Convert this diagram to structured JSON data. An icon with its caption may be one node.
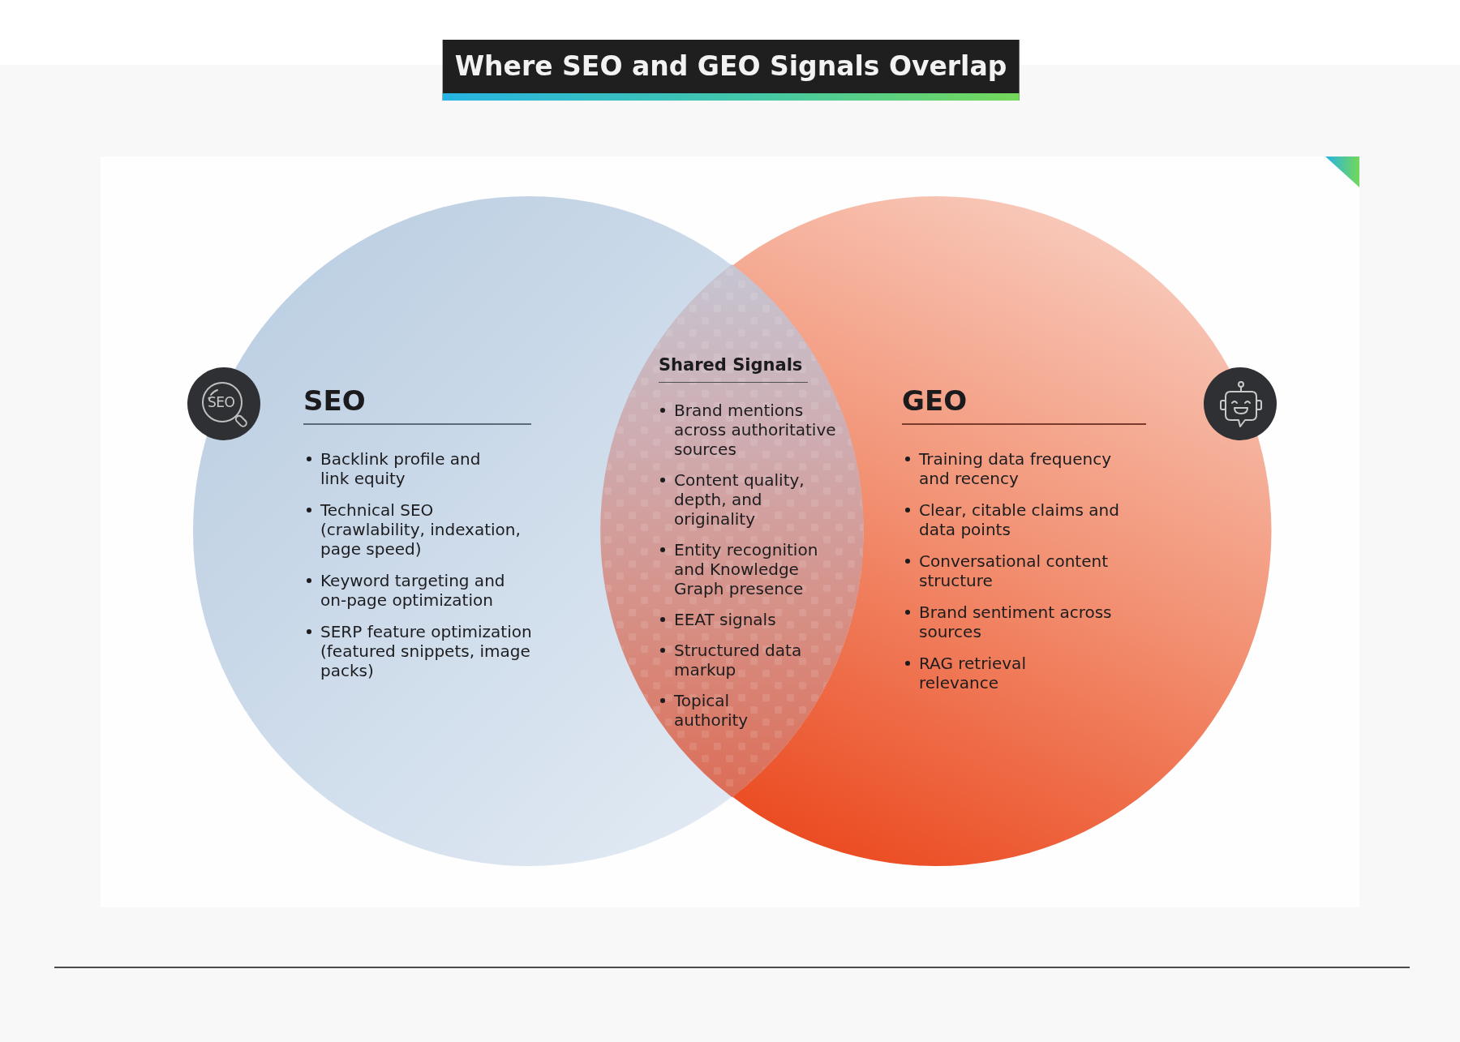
{
  "diagram": {
    "title": "Where SEO and GEO Signals Overlap",
    "nodes": [
      {
        "text": [
          "SEO",
          "Backlink profile and link equity",
          "Technical SEO (crawlability, indexation, page speed)",
          "Keyword targeting and on-page optimization",
          "SERP feature optimization (featured snippets, image packs)"
        ]
      },
      {
        "text": [
          "GEO",
          "Training data frequency and recency",
          "Clear, citable claims and data points",
          "Conversational content structure",
          "Brand sentiment across sources",
          "RAG retrieval relevance"
        ]
      },
      {
        "text": [
          "Shared Signals",
          "Brand mentions across authoritative sources",
          "Content quality, depth, and originality",
          "Entity recognition and Knowledge Graph presence",
          "EEAT signals",
          "Structured data markup",
          "Topical authority"
        ]
      }
    ],
    "labels": [
      "SEO"
    ]
  }
}
